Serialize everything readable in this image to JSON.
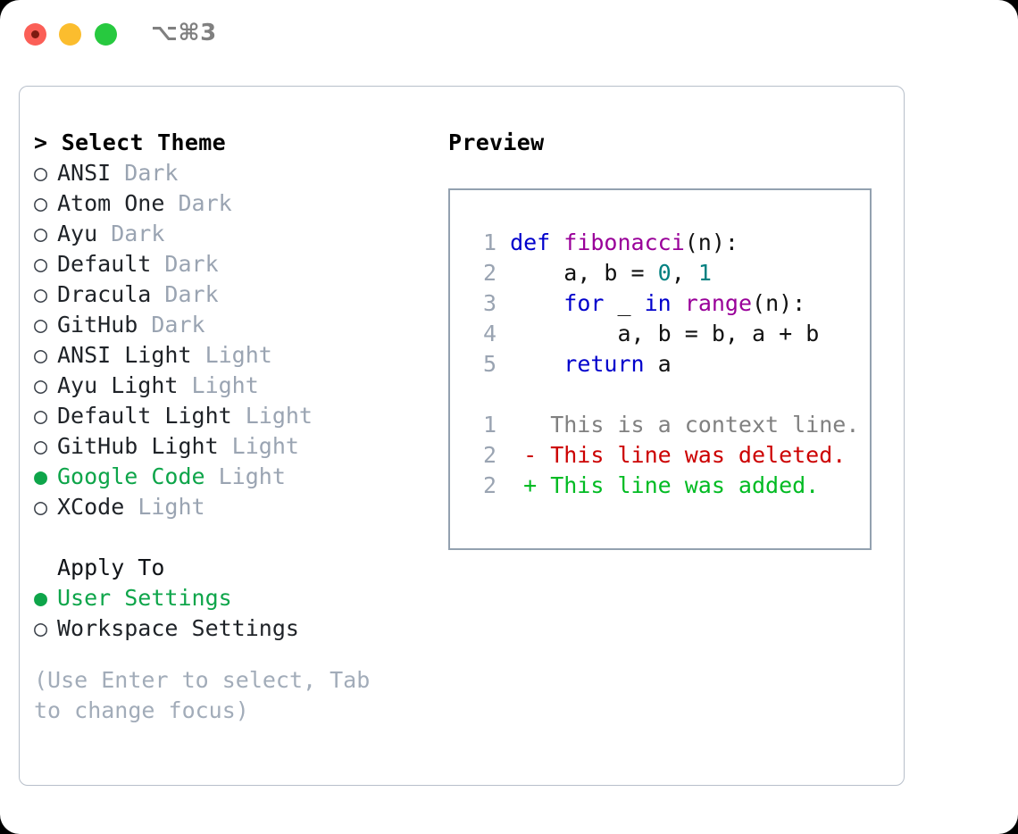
{
  "titlebar": {
    "shortcut": "⌥⌘3",
    "buttons": [
      "close",
      "minimize",
      "maximize"
    ]
  },
  "left": {
    "header": "> Select Theme",
    "themes": [
      {
        "marker": "○",
        "name": "ANSI",
        "kind": "Dark",
        "selected": false
      },
      {
        "marker": "○",
        "name": "Atom One",
        "kind": "Dark",
        "selected": false
      },
      {
        "marker": "○",
        "name": "Ayu",
        "kind": "Dark",
        "selected": false
      },
      {
        "marker": "○",
        "name": "Default",
        "kind": "Dark",
        "selected": false
      },
      {
        "marker": "○",
        "name": "Dracula",
        "kind": "Dark",
        "selected": false
      },
      {
        "marker": "○",
        "name": "GitHub",
        "kind": "Dark",
        "selected": false
      },
      {
        "marker": "○",
        "name": "ANSI Light",
        "kind": "Light",
        "selected": false
      },
      {
        "marker": "○",
        "name": "Ayu Light",
        "kind": "Light",
        "selected": false
      },
      {
        "marker": "○",
        "name": "Default Light",
        "kind": "Light",
        "selected": false
      },
      {
        "marker": "○",
        "name": "GitHub Light",
        "kind": "Light",
        "selected": false
      },
      {
        "marker": "●",
        "name": "Google Code",
        "kind": "Light",
        "selected": true
      },
      {
        "marker": "○",
        "name": "XCode",
        "kind": "Light",
        "selected": false
      }
    ],
    "apply_to_title": "Apply To",
    "apply_to": [
      {
        "marker": "●",
        "label": "User Settings",
        "selected": true
      },
      {
        "marker": "○",
        "label": "Workspace Settings",
        "selected": false
      }
    ],
    "hint": "(Use Enter to select, Tab to change focus)"
  },
  "right": {
    "title": "Preview",
    "code_lines": [
      {
        "no": "1",
        "tokens": [
          {
            "t": "def",
            "c": "kw"
          },
          {
            "t": " ",
            "c": "pl"
          },
          {
            "t": "fibonacci",
            "c": "fn"
          },
          {
            "t": "(n):",
            "c": "pl"
          }
        ]
      },
      {
        "no": "2",
        "tokens": [
          {
            "t": "    a, b = ",
            "c": "pl"
          },
          {
            "t": "0",
            "c": "num"
          },
          {
            "t": ", ",
            "c": "pl"
          },
          {
            "t": "1",
            "c": "num"
          }
        ]
      },
      {
        "no": "3",
        "tokens": [
          {
            "t": "    ",
            "c": "pl"
          },
          {
            "t": "for",
            "c": "kw"
          },
          {
            "t": " _ ",
            "c": "pl"
          },
          {
            "t": "in",
            "c": "kw"
          },
          {
            "t": " ",
            "c": "pl"
          },
          {
            "t": "range",
            "c": "fn"
          },
          {
            "t": "(n):",
            "c": "pl"
          }
        ]
      },
      {
        "no": "4",
        "tokens": [
          {
            "t": "        a, b = b, a + b",
            "c": "pl"
          }
        ]
      },
      {
        "no": "5",
        "tokens": [
          {
            "t": "    ",
            "c": "pl"
          },
          {
            "t": "return",
            "c": "kw"
          },
          {
            "t": " a",
            "c": "pl"
          }
        ]
      }
    ],
    "diff_lines": [
      {
        "no": "1",
        "sign": " ",
        "text": "This is a context line.",
        "kind": "ctx"
      },
      {
        "no": "2",
        "sign": "-",
        "text": "This line was deleted.",
        "kind": "del"
      },
      {
        "no": "2",
        "sign": "+",
        "text": "This line was added.",
        "kind": "add"
      }
    ]
  },
  "colors": {
    "selected_green": "#0ea54a",
    "muted_gray": "#9aa4b2",
    "keyword_blue": "#0000cc",
    "function_purple": "#990099",
    "number_teal": "#008080",
    "diff_deleted_red": "#cc0000",
    "diff_added_green": "#00bb22",
    "panel_border": "#b7bfca",
    "preview_border": "#93a1b0"
  }
}
